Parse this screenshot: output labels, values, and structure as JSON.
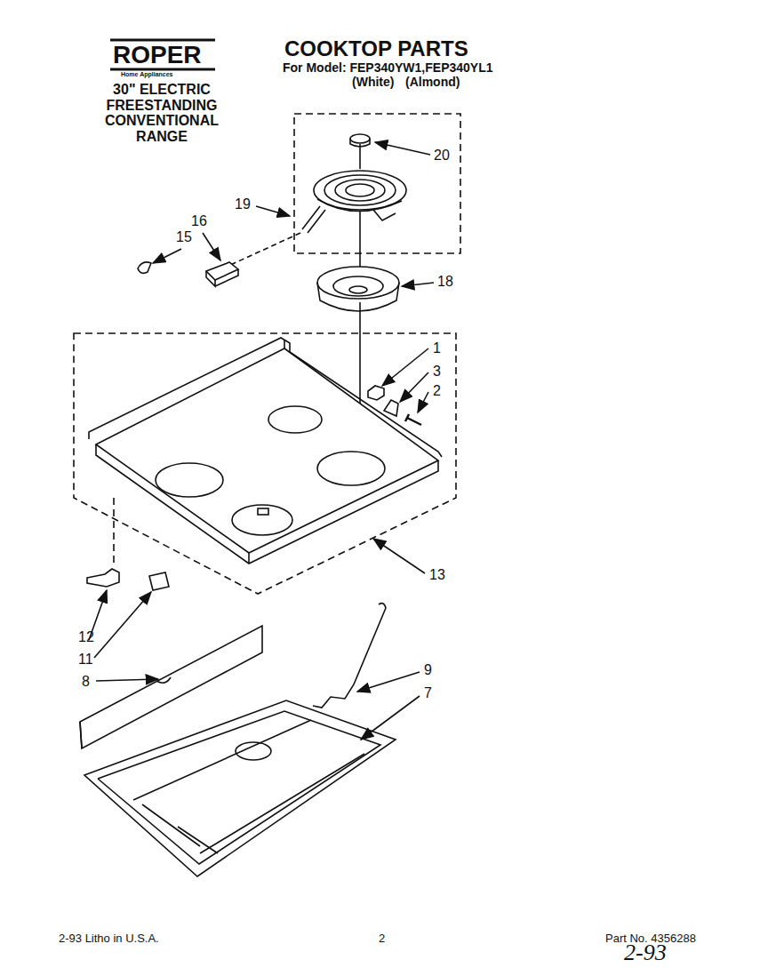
{
  "diagram": {
    "title": "COOKTOP PARTS",
    "labels": [
      "ROPER",
      "Home Appliances",
      "30\" ELECTRIC FREESTANDING CONVENTIONAL RANGE",
      "For Model: FEP340YW1,FEP340YL1",
      "(White)",
      "(Almond)",
      "20",
      "19",
      "16",
      "15",
      "18",
      "1",
      "3",
      "2",
      "13",
      "12",
      "11",
      "8",
      "9",
      "7",
      "2-93 Litho in U.S.A.",
      "2",
      "Part No. 4356288",
      "2-93"
    ]
  }
}
